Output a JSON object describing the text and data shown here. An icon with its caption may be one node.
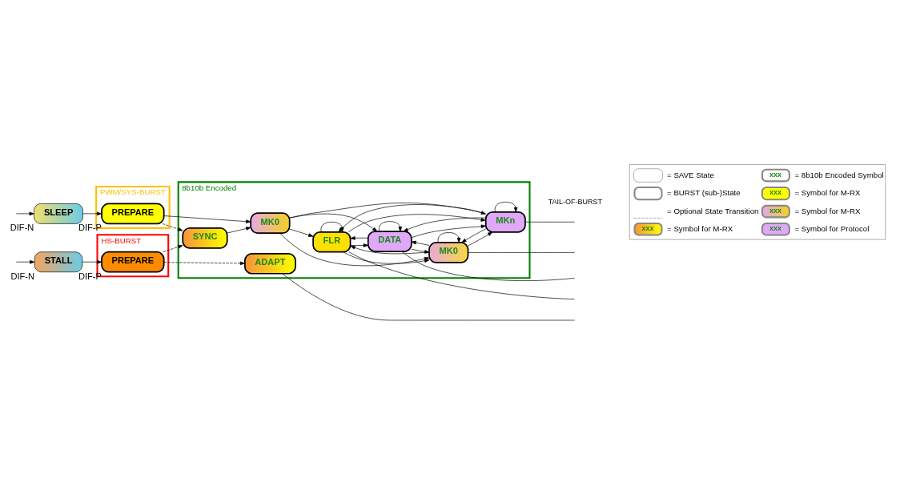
{
  "diagram": {
    "nodes": [
      {
        "text": [
          "HS-BURST"
        ]
      },
      {
        "text": [
          "PWM/SYS-BURST"
        ]
      },
      {
        "text": [
          "8b10b Encoded"
        ]
      },
      {
        "text": [
          "STALL"
        ],
        "beside": [
          "DIF-N"
        ]
      },
      {
        "text": [
          "PREPARE"
        ],
        "in": 0,
        "beside": [
          "DIF-P"
        ]
      },
      {
        "text": [
          "ADAPT"
        ],
        "in": 2
      },
      {
        "text": [
          "SYNC"
        ],
        "in": 2
      },
      {
        "text": [
          "MK0"
        ],
        "in": 2
      },
      {
        "text": [
          "FLR"
        ],
        "in": 2
      },
      {
        "text": [
          "DATA"
        ],
        "in": 2
      },
      {
        "text": [
          "MK0"
        ],
        "in": 2
      },
      {
        "text": [
          "MKn"
        ],
        "in": 2
      },
      {
        "text": [
          "SLEEP"
        ],
        "beside": [
          "DIF-N"
        ]
      },
      {
        "text": [
          "PREPARE"
        ],
        "in": 1,
        "beside": [
          "DIF-P"
        ]
      }
    ],
    "edges": [
      {
        "from": null,
        "to": 3,
        "arrow": "to"
      },
      {
        "from": 3,
        "to": 4,
        "arrow": "to"
      },
      {
        "from": 4,
        "to": 5,
        "arrow": "to",
        "style": "dashed"
      },
      {
        "from": 4,
        "to": 6,
        "arrow": "to",
        "style": "dashed"
      },
      {
        "from": null,
        "to": 12,
        "arrow": "to"
      },
      {
        "from": 12,
        "to": 13,
        "arrow": "to"
      },
      {
        "from": 13,
        "to": 6,
        "arrow": "to",
        "style": "dashed"
      },
      {
        "from": 13,
        "to": 7,
        "arrow": "to"
      },
      {
        "from": 6,
        "to": 7,
        "arrow": "to"
      },
      {
        "from": 7,
        "to": 8,
        "arrow": "to"
      },
      {
        "from": 7,
        "to": 9,
        "arrow": "to"
      },
      {
        "from": 7,
        "to": 10,
        "arrow": "to"
      },
      {
        "from": 7,
        "to": 11,
        "arrow": "to"
      },
      {
        "from": 8,
        "to": 8,
        "arrow": "to"
      },
      {
        "from": 8,
        "to": 9,
        "arrow": "to"
      },
      {
        "from": 8,
        "to": 10,
        "arrow": "to"
      },
      {
        "from": 8,
        "to": 11,
        "arrow": "to"
      },
      {
        "from": 9,
        "to": 8,
        "arrow": "to"
      },
      {
        "from": 9,
        "to": 9,
        "arrow": "to"
      },
      {
        "from": 9,
        "to": 10,
        "arrow": "to"
      },
      {
        "from": 9,
        "to": 11,
        "arrow": "to"
      },
      {
        "from": 10,
        "to": 8,
        "arrow": "to"
      },
      {
        "from": 10,
        "to": 9,
        "arrow": "to"
      },
      {
        "from": 10,
        "to": 10,
        "arrow": "to"
      },
      {
        "from": 10,
        "to": 11,
        "arrow": "to"
      },
      {
        "from": 11,
        "to": 8,
        "arrow": "to"
      },
      {
        "from": 11,
        "to": 9,
        "arrow": "to"
      },
      {
        "from": 11,
        "to": 10,
        "arrow": "to"
      },
      {
        "from": 11,
        "to": 11,
        "arrow": "to"
      },
      {
        "from": 5,
        "to": null,
        "arrow": "none"
      },
      {
        "from": 8,
        "to": null,
        "arrow": "none"
      },
      {
        "from": 9,
        "to": null,
        "arrow": "none"
      },
      {
        "from": 10,
        "to": null,
        "arrow": "none"
      },
      {
        "from": 11,
        "to": null,
        "arrow": "none"
      }
    ],
    "labels": [
      "TAIL-OF-BURST",
      "xxx",
      "xxx",
      "xxx",
      "xxx",
      "xxx"
    ],
    "legend": [
      {
        "text": "= SAVE State"
      },
      {
        "text": "= BURST (sub-)State"
      },
      {
        "text": "= Optional State Transition"
      },
      {
        "text": "= Symbol for M-RX"
      },
      {
        "text": "= 8b10b Encoded Symbol"
      },
      {
        "text": "= Symbol for M-RX"
      },
      {
        "text": "= Symbol for M-RX"
      },
      {
        "text": "= Symbol for Protocol"
      }
    ]
  }
}
